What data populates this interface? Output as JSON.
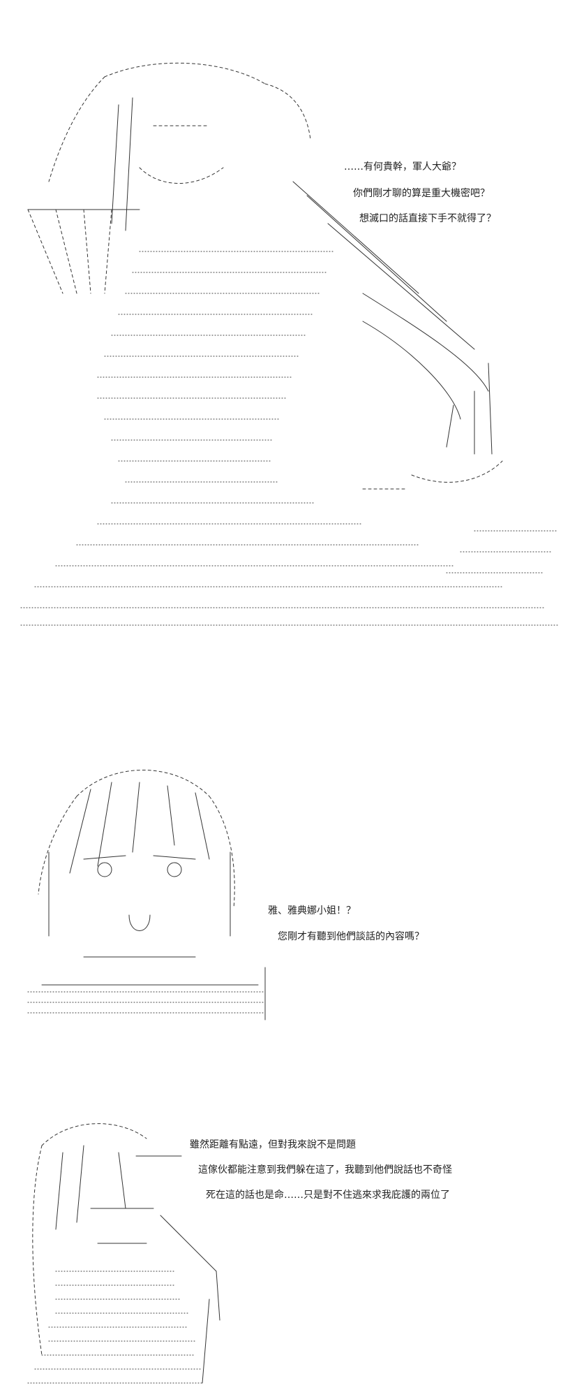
{
  "panels": [
    {
      "lines": [
        "……有何貴幹，軍人大爺？",
        "你們剛才聊的算是重大機密吧？",
        "想滅口的話直接下手不就得了？"
      ]
    },
    {
      "lines": [
        "雅、雅典娜小姐！？",
        "您剛才有聽到他們談話的內容嗎？"
      ]
    },
    {
      "lines": [
        "雖然距離有點遠，但對我來說不是問題",
        "這傢伙都能注意到我們躲在這了，我聽到他們說話也不奇怪",
        "死在這的話也是命……只是對不住逃來求我庇護的兩位了"
      ]
    }
  ]
}
